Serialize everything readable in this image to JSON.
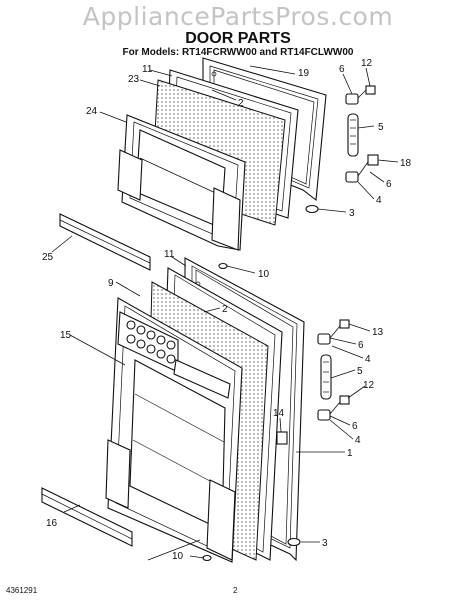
{
  "watermark": "AppliancePartsPros.com",
  "title": "DOOR PARTS",
  "subtitle": "For Models:  RT14FCRWW00 and RT14FCLWW00",
  "footer": {
    "doc_number": "4361291",
    "page_number": "2"
  },
  "callouts": {
    "c11a": "11",
    "c23": "23",
    "c19": "19",
    "c6a": "6",
    "c12a": "12",
    "c2a": "2",
    "c24": "24",
    "c5a": "5",
    "c18": "18",
    "c6b": "6",
    "c4a": "4",
    "c3a": "3",
    "c25": "25",
    "c11b": "11",
    "c10a": "10",
    "c9": "9",
    "c2b": "2",
    "c13": "13",
    "c15": "15",
    "c6c": "6",
    "c4b": "4",
    "c5b": "5",
    "c12b": "12",
    "c14": "14",
    "c6d": "6",
    "c4c": "4",
    "c1": "1",
    "c16": "16",
    "c3b": "3",
    "c10b": "10"
  }
}
